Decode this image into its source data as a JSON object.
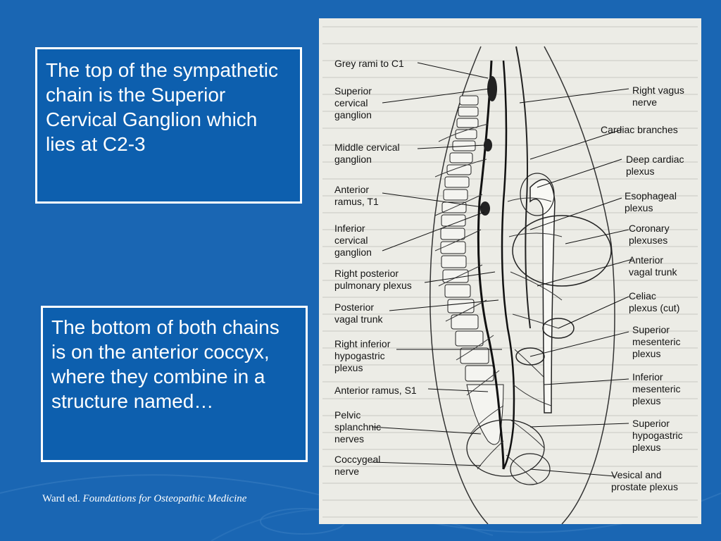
{
  "slide": {
    "background_color": "#1a66b3",
    "top_box_text": "The top of the sympathetic chain is the Superior Cervical Ganglion which lies at C2-3",
    "bottom_box_text": "The bottom of both chains is on the anterior coccyx, where they combine in a structure named…",
    "citation_prefix": "Ward ed.",
    "citation_title": "Foundations for Osteopathic Medicine"
  },
  "figure": {
    "left_labels": [
      "Grey rami to C1",
      "Superior\ncervical\nganglion",
      "Middle cervical\nganglion",
      "Anterior\nramus, T1",
      "Inferior\ncervical\nganglion",
      "Right posterior\npulmonary plexus",
      "Posterior\nvagal trunk",
      "Right inferior\nhypogastric\nplexus",
      "Anterior ramus, S1",
      "Pelvic\nsplanchnic\nnerves",
      "Coccygeal\nnerve"
    ],
    "right_labels": [
      "Right vagus\nnerve",
      "Cardiac branches",
      "Deep cardiac\nplexus",
      "Esophageal\nplexus",
      "Coronary\nplexuses",
      "Anterior\nvagal trunk",
      "Celiac\nplexus (cut)",
      "Superior\nmesenteric\nplexus",
      "Inferior\nmesenteric\nplexus",
      "Superior\nhypogastric\nplexus",
      "Vesical and\nprostate plexus"
    ]
  }
}
